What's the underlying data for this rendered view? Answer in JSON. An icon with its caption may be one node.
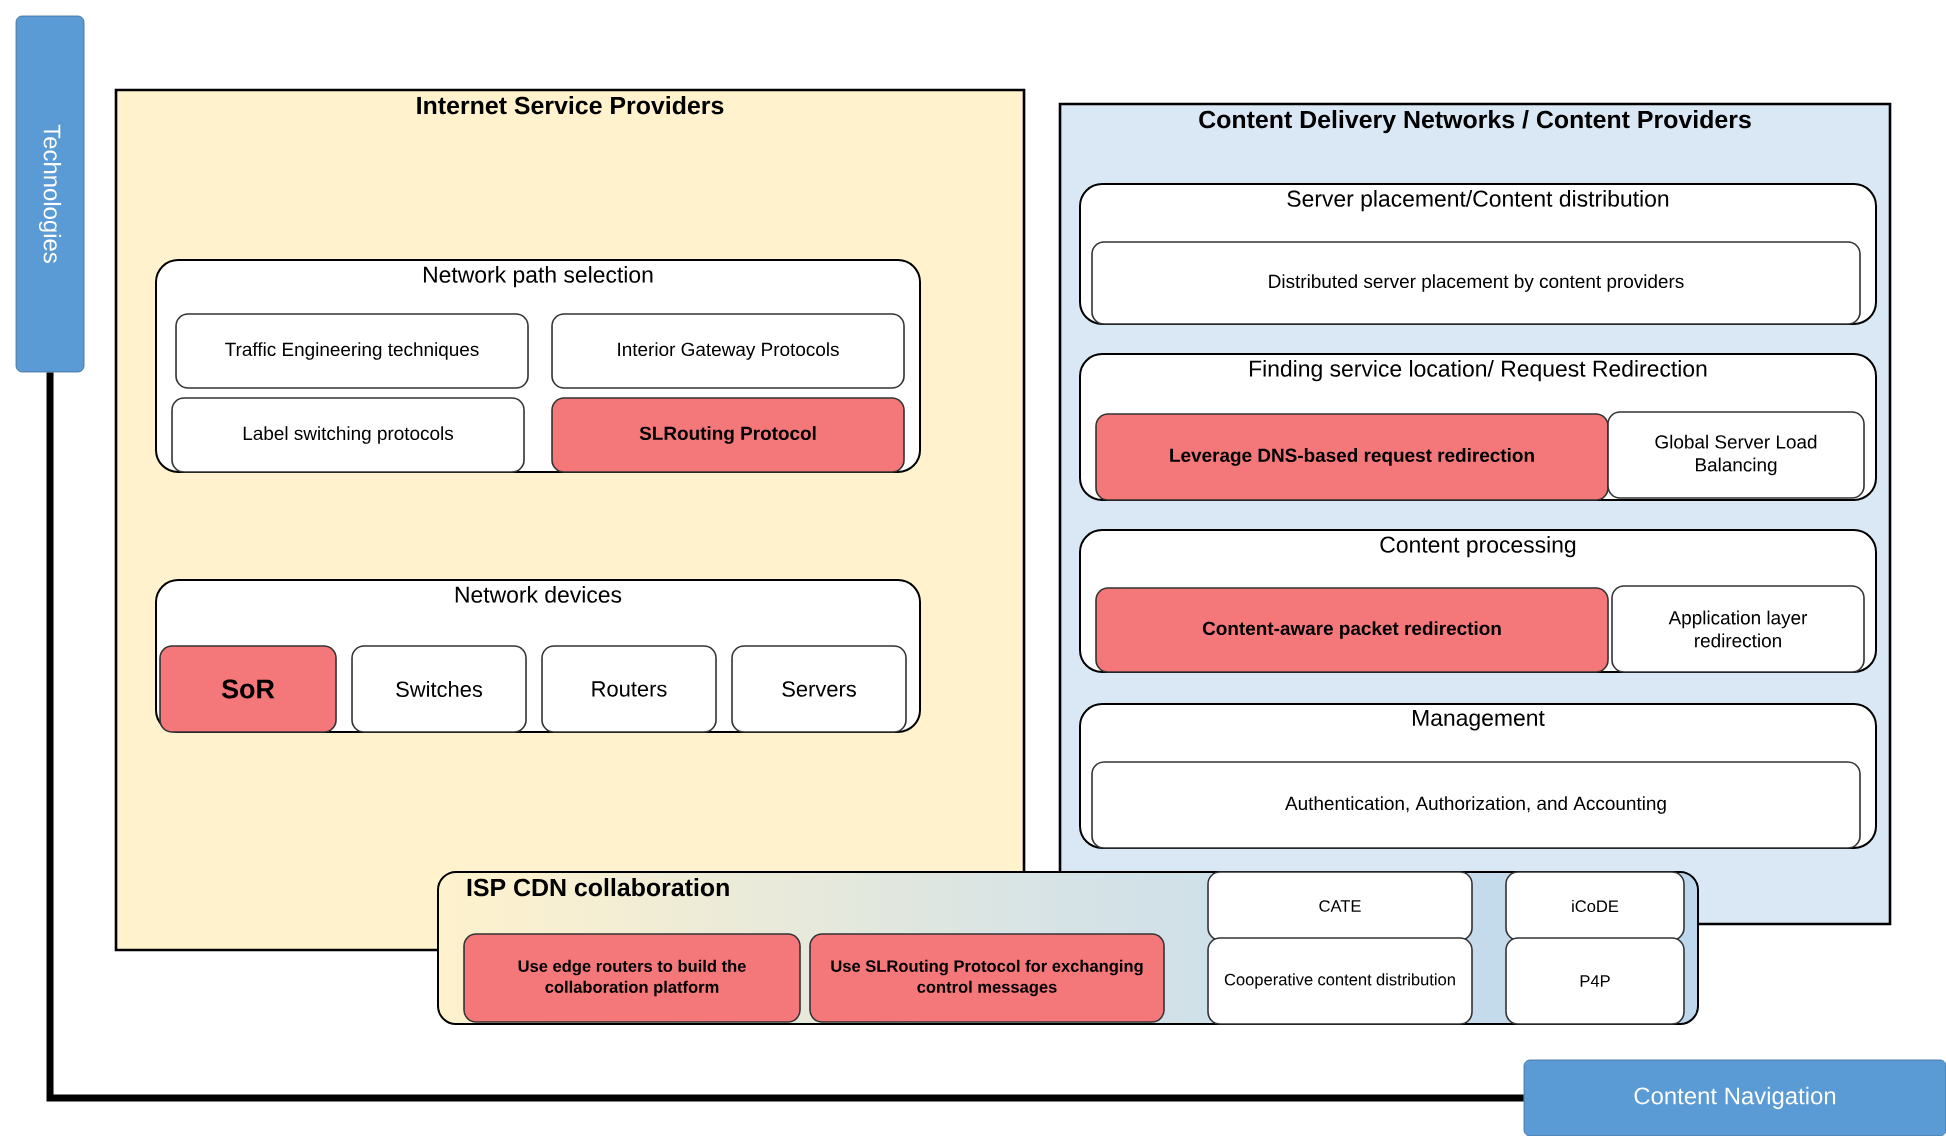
{
  "diagram": {
    "nodes": [
      {
        "text": [
          "Technologies"
        ]
      },
      {
        "text": [
          "Internet Service Providers"
        ]
      },
      {
        "text": [
          "Network path selection"
        ],
        "in": 1
      },
      {
        "text": [
          "Traffic Engineering techniques"
        ],
        "in": 2
      },
      {
        "text": [
          "Interior Gateway Protocols"
        ],
        "in": 2
      },
      {
        "text": [
          "Label switching protocols"
        ],
        "in": 2
      },
      {
        "text": [
          "SLRouting Protocol"
        ],
        "in": 2
      },
      {
        "text": [
          "Network devices"
        ],
        "in": 1
      },
      {
        "text": [
          "SoR"
        ],
        "in": 7
      },
      {
        "text": [
          "Switches"
        ],
        "in": 7
      },
      {
        "text": [
          "Routers"
        ],
        "in": 7
      },
      {
        "text": [
          "Servers"
        ],
        "in": 7
      },
      {
        "text": [
          "Content Delivery Networks / Content Providers"
        ]
      },
      {
        "text": [
          "Server placement/Content distribution"
        ],
        "in": 12
      },
      {
        "text": [
          "Distributed server placement by content providers"
        ],
        "in": 13
      },
      {
        "text": [
          "Finding service location/ Request Redirection"
        ],
        "in": 12
      },
      {
        "text": [
          "Leverage DNS-based request redirection"
        ],
        "in": 15
      },
      {
        "text": [
          "Global Server Load Balancing"
        ],
        "in": 15
      },
      {
        "text": [
          "Content processing"
        ],
        "in": 12
      },
      {
        "text": [
          "Content-aware packet redirection"
        ],
        "in": 18
      },
      {
        "text": [
          "Application layer redirection"
        ],
        "in": 18
      },
      {
        "text": [
          "Management"
        ],
        "in": 12
      },
      {
        "text": [
          "Authentication, Authorization, and Accounting"
        ],
        "in": 21
      },
      {
        "text": [
          "ISP CDN collaboration"
        ]
      },
      {
        "text": [
          "Use edge routers to build the collaboration platform"
        ],
        "in": 23
      },
      {
        "text": [
          "Use SLRouting Protocol for exchanging control messages"
        ],
        "in": 23
      },
      {
        "text": [
          "CATE"
        ],
        "in": 23
      },
      {
        "text": [
          "Cooperative content distribution"
        ],
        "in": 23
      },
      {
        "text": [
          "iCoDE"
        ],
        "in": 23
      },
      {
        "text": [
          "P4P"
        ],
        "in": 23
      },
      {
        "text": [
          "Content Navigation"
        ]
      }
    ],
    "edges": [
      {
        "from": 0,
        "to": 30,
        "arrow": "none"
      }
    ]
  }
}
